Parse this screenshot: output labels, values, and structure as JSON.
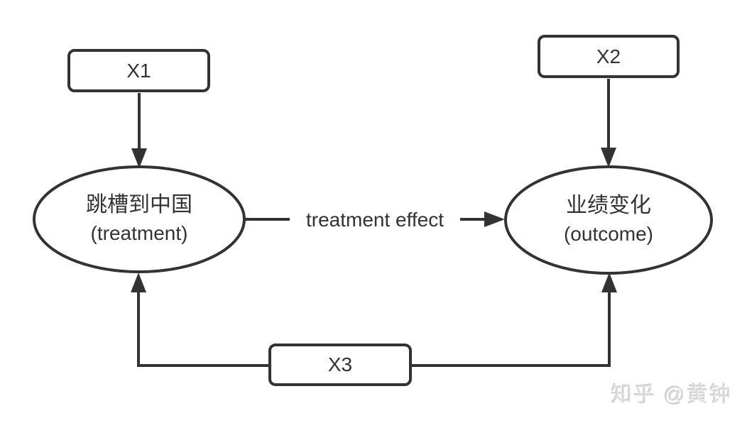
{
  "diagram": {
    "type": "causal-dag",
    "nodes": {
      "x1": {
        "label": "X1",
        "shape": "rounded-rect"
      },
      "x2": {
        "label": "X2",
        "shape": "rounded-rect"
      },
      "x3": {
        "label": "X3",
        "shape": "rounded-rect"
      },
      "treatment": {
        "title": "跳槽到中国",
        "subtitle": "(treatment)",
        "shape": "ellipse"
      },
      "outcome": {
        "title": "业绩变化",
        "subtitle": "(outcome)",
        "shape": "ellipse"
      }
    },
    "edges": [
      {
        "from": "x1",
        "to": "treatment",
        "label": ""
      },
      {
        "from": "x2",
        "to": "outcome",
        "label": ""
      },
      {
        "from": "treatment",
        "to": "outcome",
        "label": "treatment effect"
      },
      {
        "from": "x3",
        "to": "treatment",
        "label": ""
      },
      {
        "from": "x3",
        "to": "outcome",
        "label": ""
      }
    ],
    "colors": {
      "stroke": "#333333",
      "node_fill": "#ffffff",
      "background": "#ffffff",
      "watermark_text": "#dcdcdc"
    }
  },
  "watermark": {
    "text": "知乎 @黄钟"
  }
}
